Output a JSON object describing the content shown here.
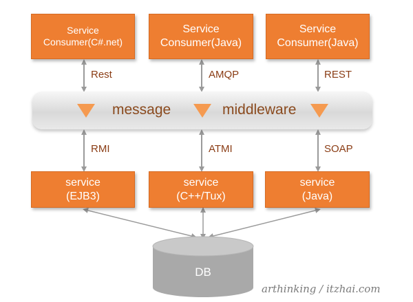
{
  "consumers": [
    {
      "line1": "Service",
      "line2": "Consumer(C#.net)"
    },
    {
      "line1": "Service",
      "line2": "Consumer(Java)"
    },
    {
      "line1": "Service",
      "line2": "Consumer(Java)"
    }
  ],
  "consumer_protocols": [
    "Rest",
    "AMQP",
    "REST"
  ],
  "middleware": {
    "word1": "message",
    "word2": "middleware"
  },
  "service_protocols": [
    "RMI",
    "ATMI",
    "SOAP"
  ],
  "services": [
    {
      "line1": "service",
      "line2": "(EJB3)"
    },
    {
      "line1": "service",
      "line2": "(C++/Tux)"
    },
    {
      "line1": "service",
      "line2": "(Java)"
    }
  ],
  "database": {
    "label": "DB"
  },
  "watermark": "arthinking / itzhai.com",
  "colors": {
    "box_fill": "#ee7e31",
    "triangle": "#f59a50",
    "arrow": "#9a9a9a",
    "db_fill": "#a9a9a9",
    "middleware_text": "#8a4a1e"
  }
}
